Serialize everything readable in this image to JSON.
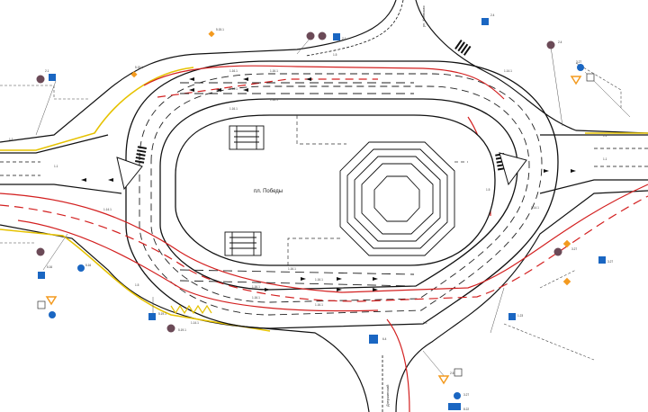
{
  "diagram": {
    "square_label": "пл. Победы",
    "street_labels": [
      "ул. Киевская",
      "Дзержинский"
    ],
    "lane_marking_labels": [
      "1.16.1",
      "1.16.1",
      "1.16.1",
      "1.16.1",
      "1.16.1",
      "1.16.1",
      "1.16.1",
      "1.16.1",
      "1.16.1",
      "1.16.1",
      "1.1",
      "1.1",
      "1.1",
      "1.1",
      "1.5",
      "1.5",
      "1.5",
      "1.5",
      "1.14.1",
      "1.14.1",
      "1.14.1",
      "1.14.1"
    ],
    "sign_labels": [
      "2.1",
      "2.1",
      "2.4",
      "2.4",
      "3.27",
      "3.27",
      "3.27",
      "5.16",
      "5.16",
      "5.19.1",
      "5.19.1",
      "6.4",
      "1.23",
      "2.5",
      "3.27",
      "5.15.1",
      "5.15.1",
      "8.22"
    ],
    "colors": {
      "road_edge": "#111111",
      "lane_dashed": "#222222",
      "tram_track": "#d32020",
      "curb_yellow": "#e6c200",
      "sign_blue": "#1a66c2",
      "sign_brown": "#6b4a57",
      "sign_orange": "#f39a1f"
    }
  }
}
